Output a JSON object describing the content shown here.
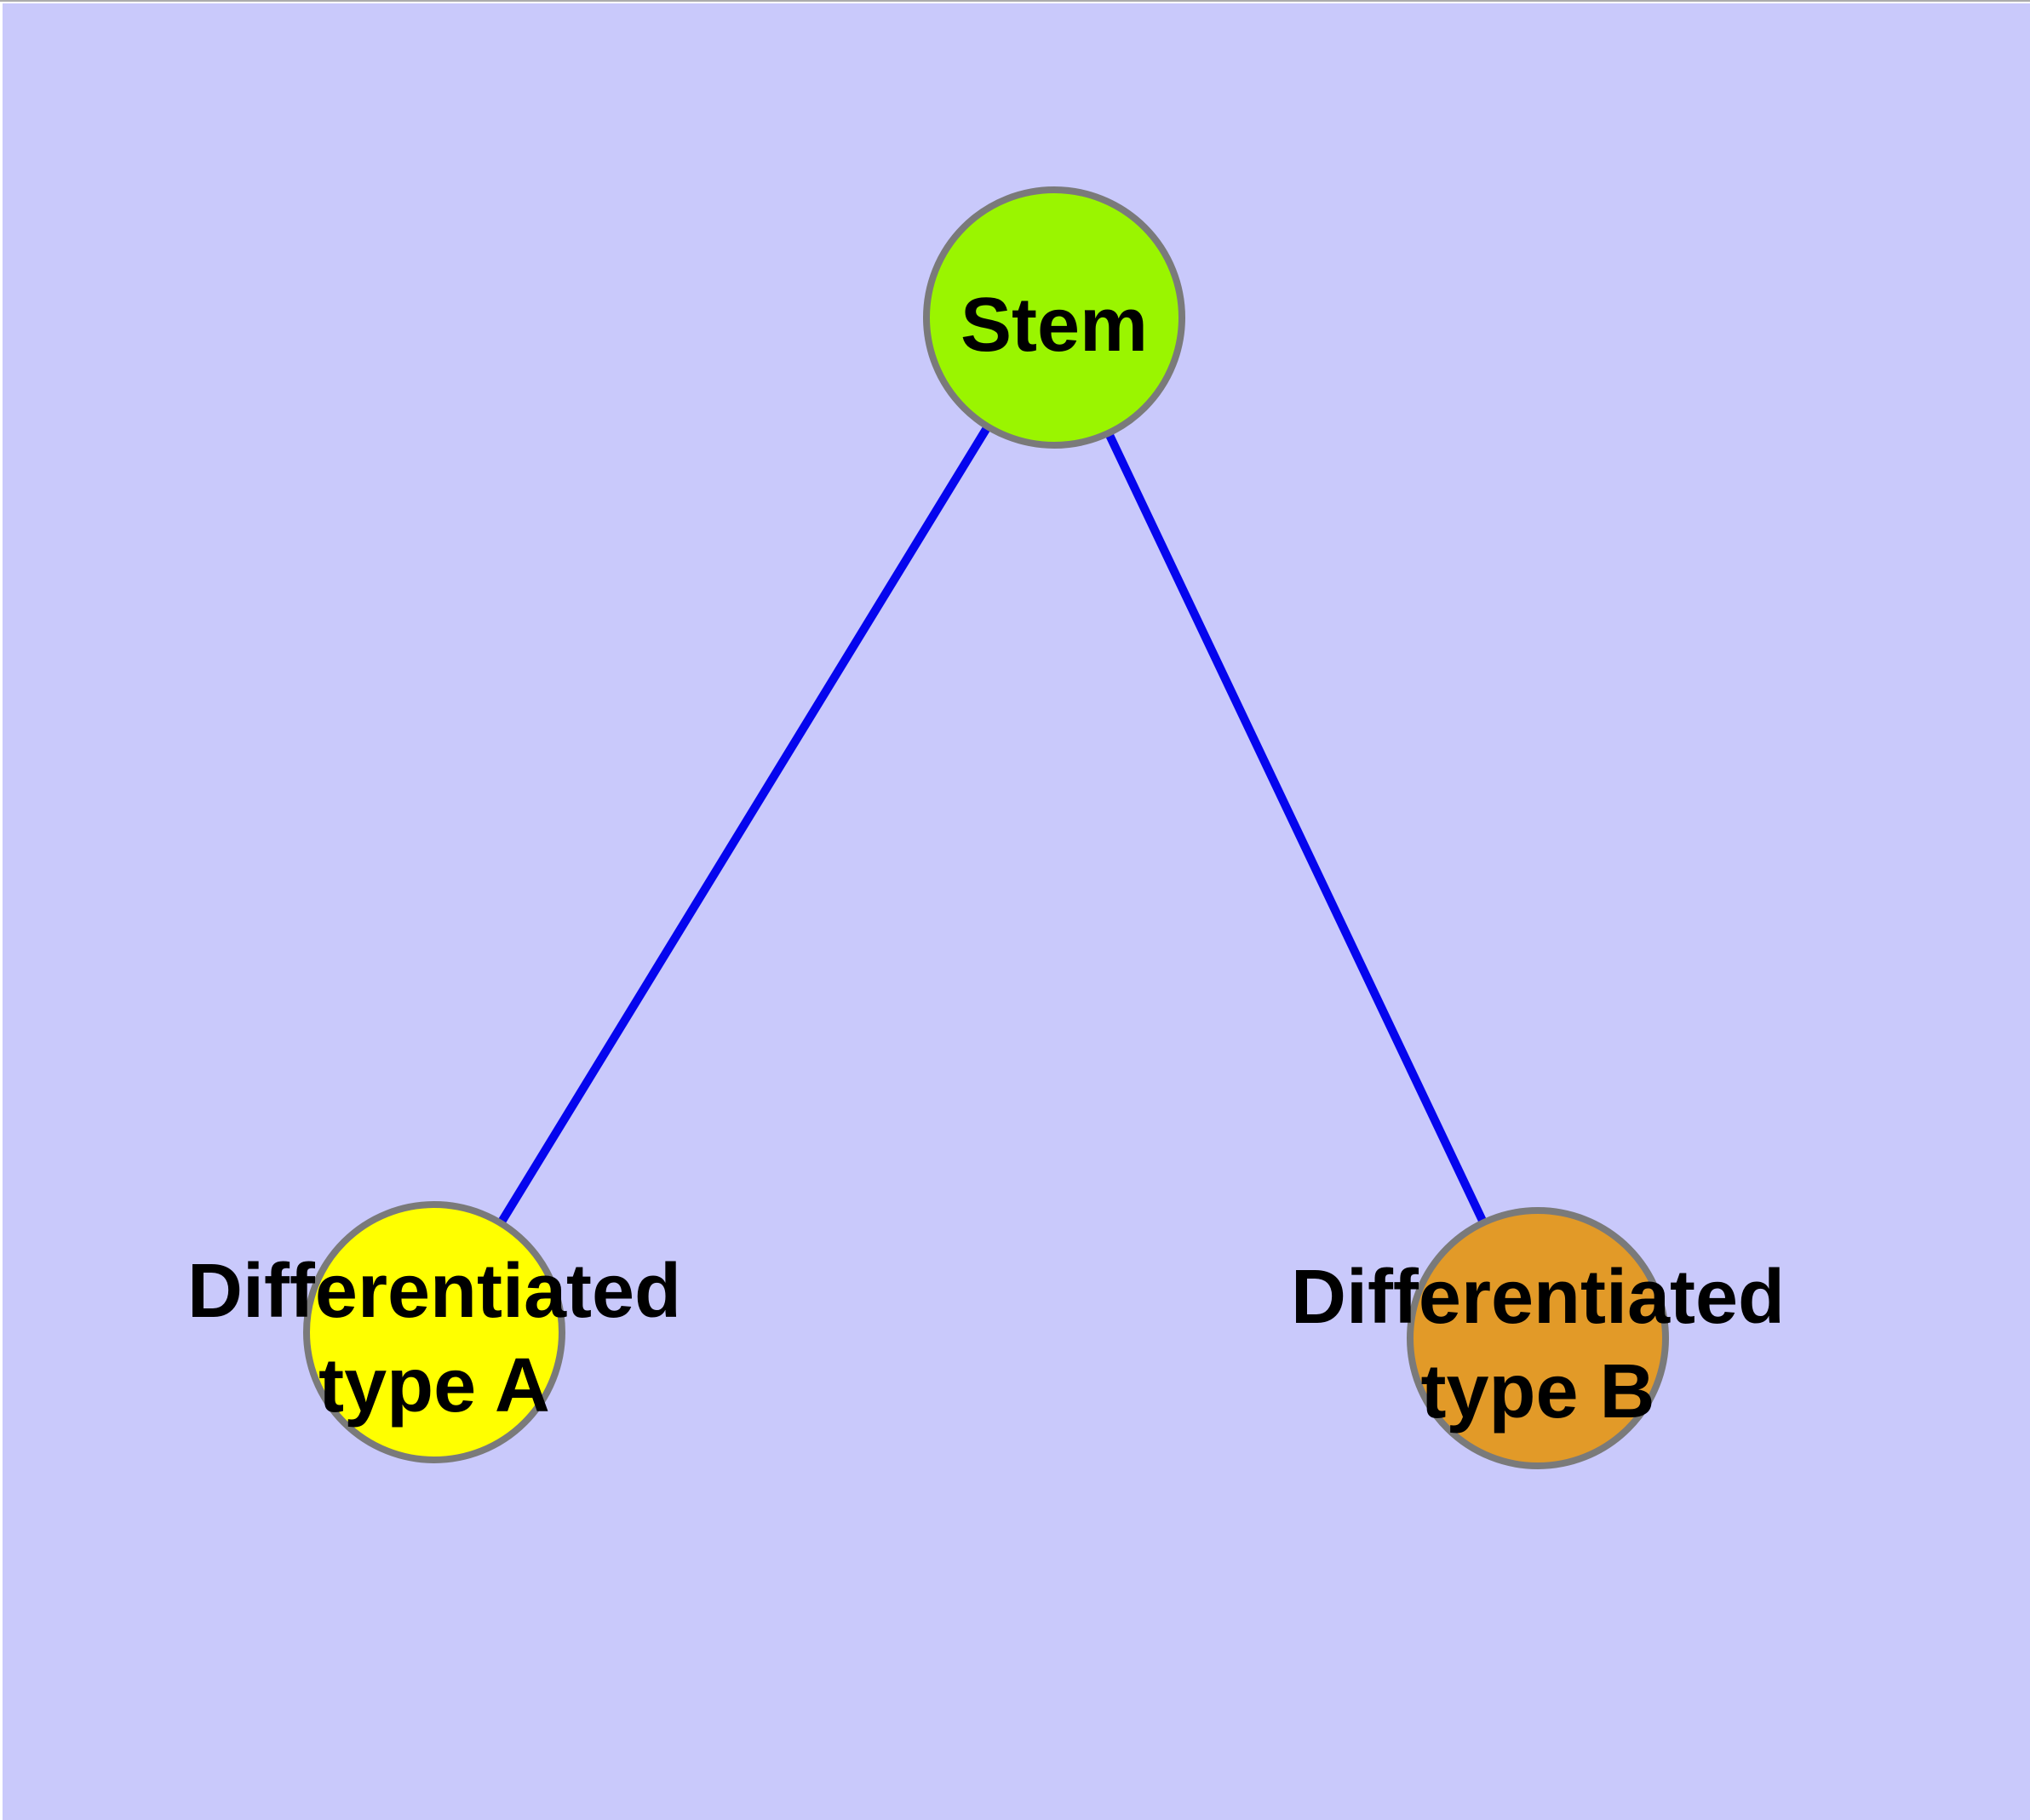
{
  "diagram": {
    "type": "node-link tree",
    "background_color": "#C9C9FB",
    "margin_color": "#FFFFFF",
    "top_hairline_color": "#ACACAC",
    "node_border_color": "#7A7A7A",
    "edge_color": "#0505EE",
    "label_color": "#000000",
    "nodes": [
      {
        "id": "stem",
        "label": "Stem",
        "label_line1": "Stem",
        "label_line2": "",
        "fill_color": "#9AF500"
      },
      {
        "id": "differentiated-type-a",
        "label": "Differentiated type A",
        "label_line1": "Differentiated",
        "label_line2": "type A",
        "fill_color": "#FFFF00"
      },
      {
        "id": "differentiated-type-b",
        "label": "Differentiated type B",
        "label_line1": "Differentiated",
        "label_line2": "type B",
        "fill_color": "#E29A28"
      }
    ],
    "edges": [
      {
        "from": "Stem",
        "to": "Differentiated type A"
      },
      {
        "from": "Stem",
        "to": "Differentiated type B"
      }
    ]
  }
}
